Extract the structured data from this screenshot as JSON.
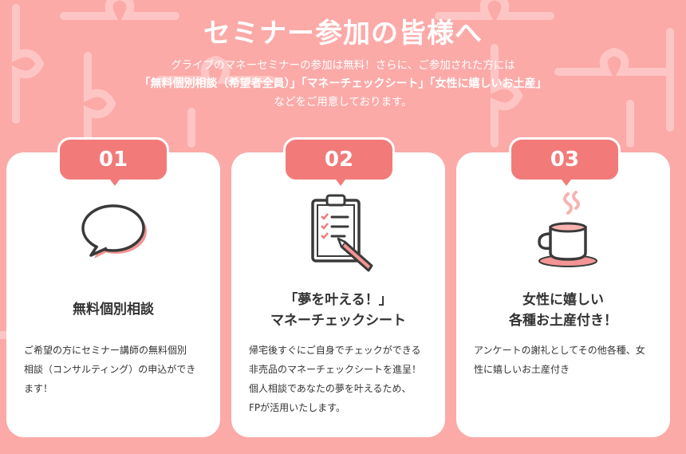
{
  "header": {
    "title": "セミナー参加の皆様へ",
    "intro_line1": "グライブのマネーセミナーの参加は無料！さらに、ご参加された方には",
    "intro_line2": "「無料個別相談（希望者全員）」「マネーチェックシート」「女性に嬉しいお土産」",
    "intro_line3": "などをご用意しております。"
  },
  "cards": [
    {
      "number": "01",
      "icon": "speech-bubble-icon",
      "title_line1": "無料個別相談",
      "title_line2": "",
      "desc_lines": [
        "ご希望の方にセミナー講師の無料個別",
        "相談（コンサルティング）の申込ができ",
        "ます！"
      ]
    },
    {
      "number": "02",
      "icon": "clipboard-checklist-icon",
      "title_line1": "「夢を叶える！」",
      "title_line2": "マネーチェックシート",
      "desc_lines": [
        "帰宅後すぐにご自身でチェックができる",
        "非売品のマネーチェックシートを進呈！",
        "個人相談であなたの夢を叶えるため、",
        "FPが活用いたします。"
      ]
    },
    {
      "number": "03",
      "icon": "coffee-cup-icon",
      "title_line1": "女性に嬉しい",
      "title_line2": "各種お土産付き！",
      "desc_lines": [
        "アンケートの謝礼としてその他各種、女",
        "性に嬉しいお土産付き"
      ]
    }
  ],
  "colors": {
    "background": "#fbaaa8",
    "accent": "#f27b7a",
    "card": "#ffffff",
    "icon_stroke": "#3a3a3a",
    "icon_shadow": "#f29594"
  }
}
